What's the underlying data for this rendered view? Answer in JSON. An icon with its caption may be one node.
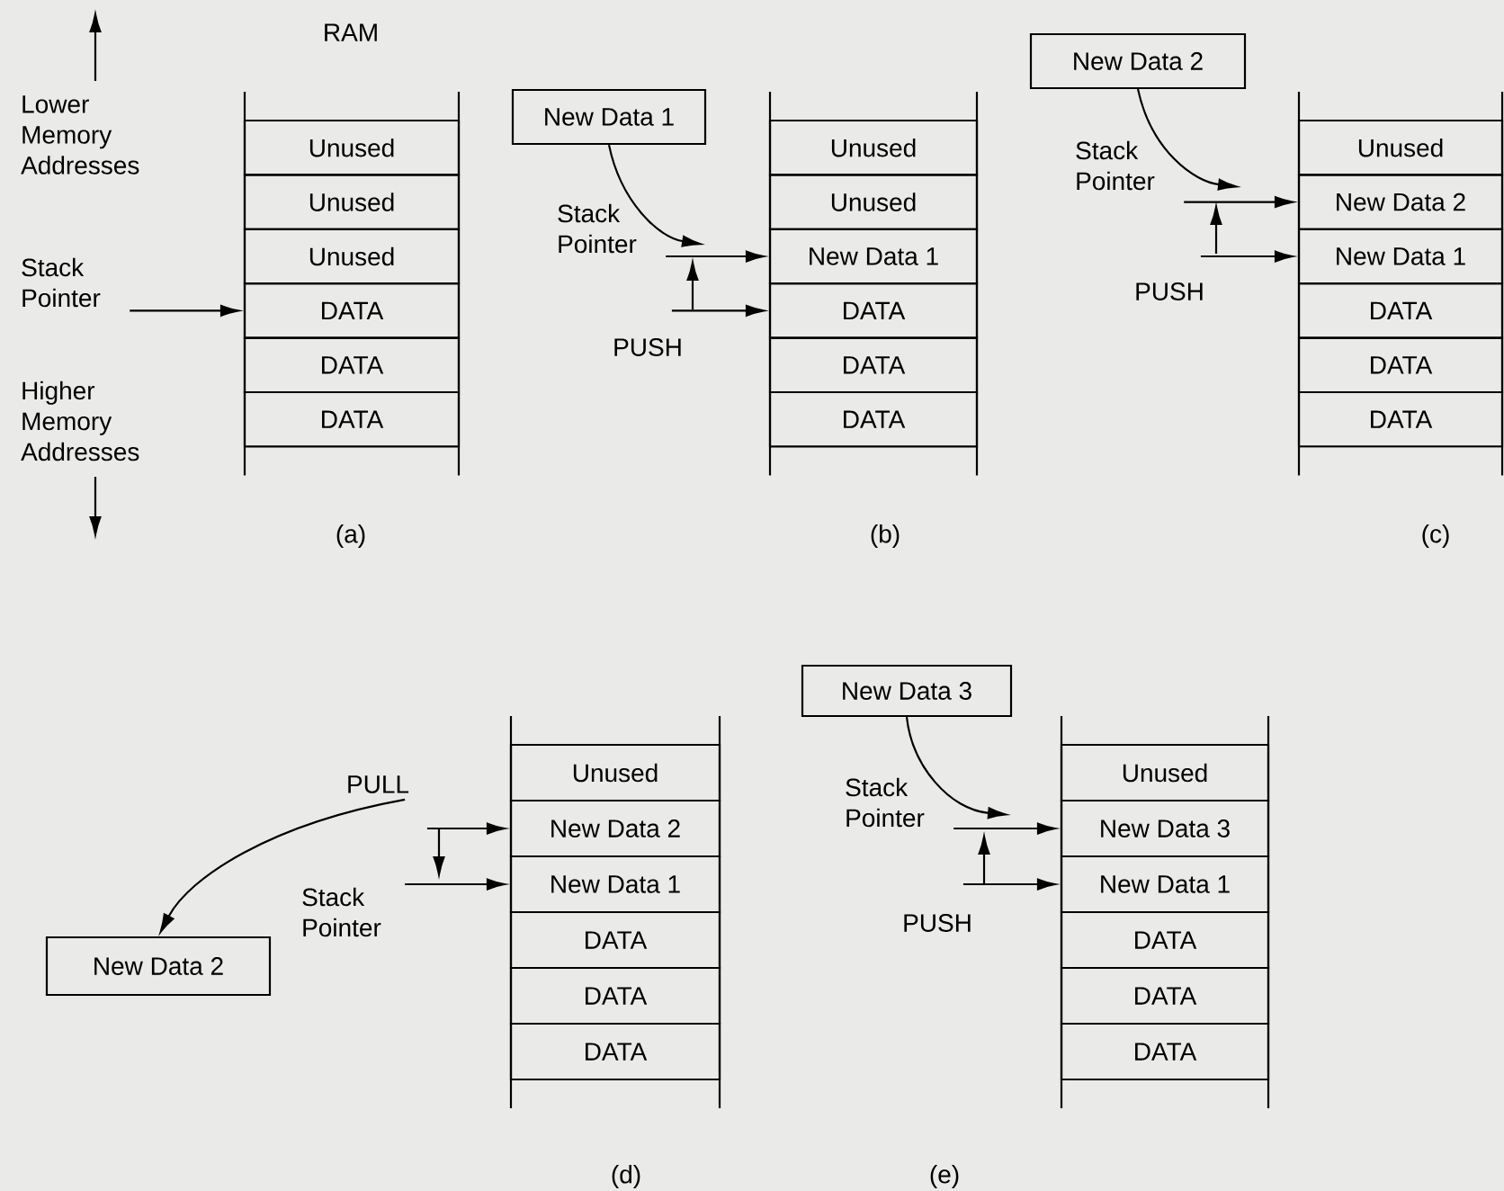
{
  "diagram": {
    "nodes": [
      {
        "text": [
          "Stack Pointer"
        ]
      },
      {
        "text": [
          "Unused"
        ]
      },
      {
        "text": [
          "Unused"
        ]
      },
      {
        "text": [
          "Unused"
        ]
      },
      {
        "text": [
          "DATA"
        ]
      },
      {
        "text": [
          "DATA"
        ]
      },
      {
        "text": [
          "DATA"
        ]
      },
      {
        "text": [
          "New Data 1"
        ]
      },
      {
        "text": [
          "Stack Pointer"
        ]
      },
      {
        "text": [
          "Unused"
        ]
      },
      {
        "text": [
          "Unused"
        ]
      },
      {
        "text": [
          "New Data 1"
        ]
      },
      {
        "text": [
          "DATA"
        ]
      },
      {
        "text": [
          "DATA"
        ]
      },
      {
        "text": [
          "DATA"
        ]
      },
      {
        "text": [
          "New Data 2"
        ]
      },
      {
        "text": [
          "Stack Pointer"
        ]
      },
      {
        "text": [
          "Unused"
        ]
      },
      {
        "text": [
          "New Data 2"
        ]
      },
      {
        "text": [
          "New Data 1"
        ]
      },
      {
        "text": [
          "DATA"
        ]
      },
      {
        "text": [
          "DATA"
        ]
      },
      {
        "text": [
          "DATA"
        ]
      },
      {
        "text": [
          "New Data 2"
        ]
      },
      {
        "text": [
          "Stack Pointer"
        ]
      },
      {
        "text": [
          "Unused"
        ]
      },
      {
        "text": [
          "New Data 2"
        ]
      },
      {
        "text": [
          "New Data 1"
        ]
      },
      {
        "text": [
          "DATA"
        ]
      },
      {
        "text": [
          "DATA"
        ]
      },
      {
        "text": [
          "DATA"
        ]
      },
      {
        "text": [
          "New Data 3"
        ]
      },
      {
        "text": [
          "Stack Pointer"
        ]
      },
      {
        "text": [
          "Unused"
        ]
      },
      {
        "text": [
          "New Data 3"
        ]
      },
      {
        "text": [
          "New Data 1"
        ]
      },
      {
        "text": [
          "DATA"
        ]
      },
      {
        "text": [
          "DATA"
        ]
      },
      {
        "text": [
          "DATA"
        ]
      },
      {
        "text": [
          "PULL"
        ]
      }
    ],
    "edges": [
      {
        "from": 0,
        "to": 4,
        "arrow": "to"
      },
      {
        "from": 7,
        "to": null,
        "arrow": "to"
      },
      {
        "from": 8,
        "to": 11,
        "arrow": "to"
      },
      {
        "from": null,
        "to": 12,
        "arrow": "to"
      },
      {
        "from": 15,
        "to": null,
        "arrow": "to"
      },
      {
        "from": 16,
        "to": 18,
        "arrow": "to"
      },
      {
        "from": null,
        "to": 19,
        "arrow": "to"
      },
      {
        "from": null,
        "to": 26,
        "arrow": "to"
      },
      {
        "from": 24,
        "to": 27,
        "arrow": "to"
      },
      {
        "from": 39,
        "to": 23,
        "arrow": "to"
      },
      {
        "from": 31,
        "to": null,
        "arrow": "to"
      },
      {
        "from": 32,
        "to": 34,
        "arrow": "to"
      },
      {
        "from": null,
        "to": 35,
        "arrow": "to"
      }
    ],
    "labels": [
      "RAM",
      "Lower Memory Addresses",
      "Higher Memory Addresses",
      "(a)",
      "PUSH",
      "(b)",
      "PUSH",
      "(c)",
      "(d)",
      "PUSH",
      "(e)"
    ]
  }
}
